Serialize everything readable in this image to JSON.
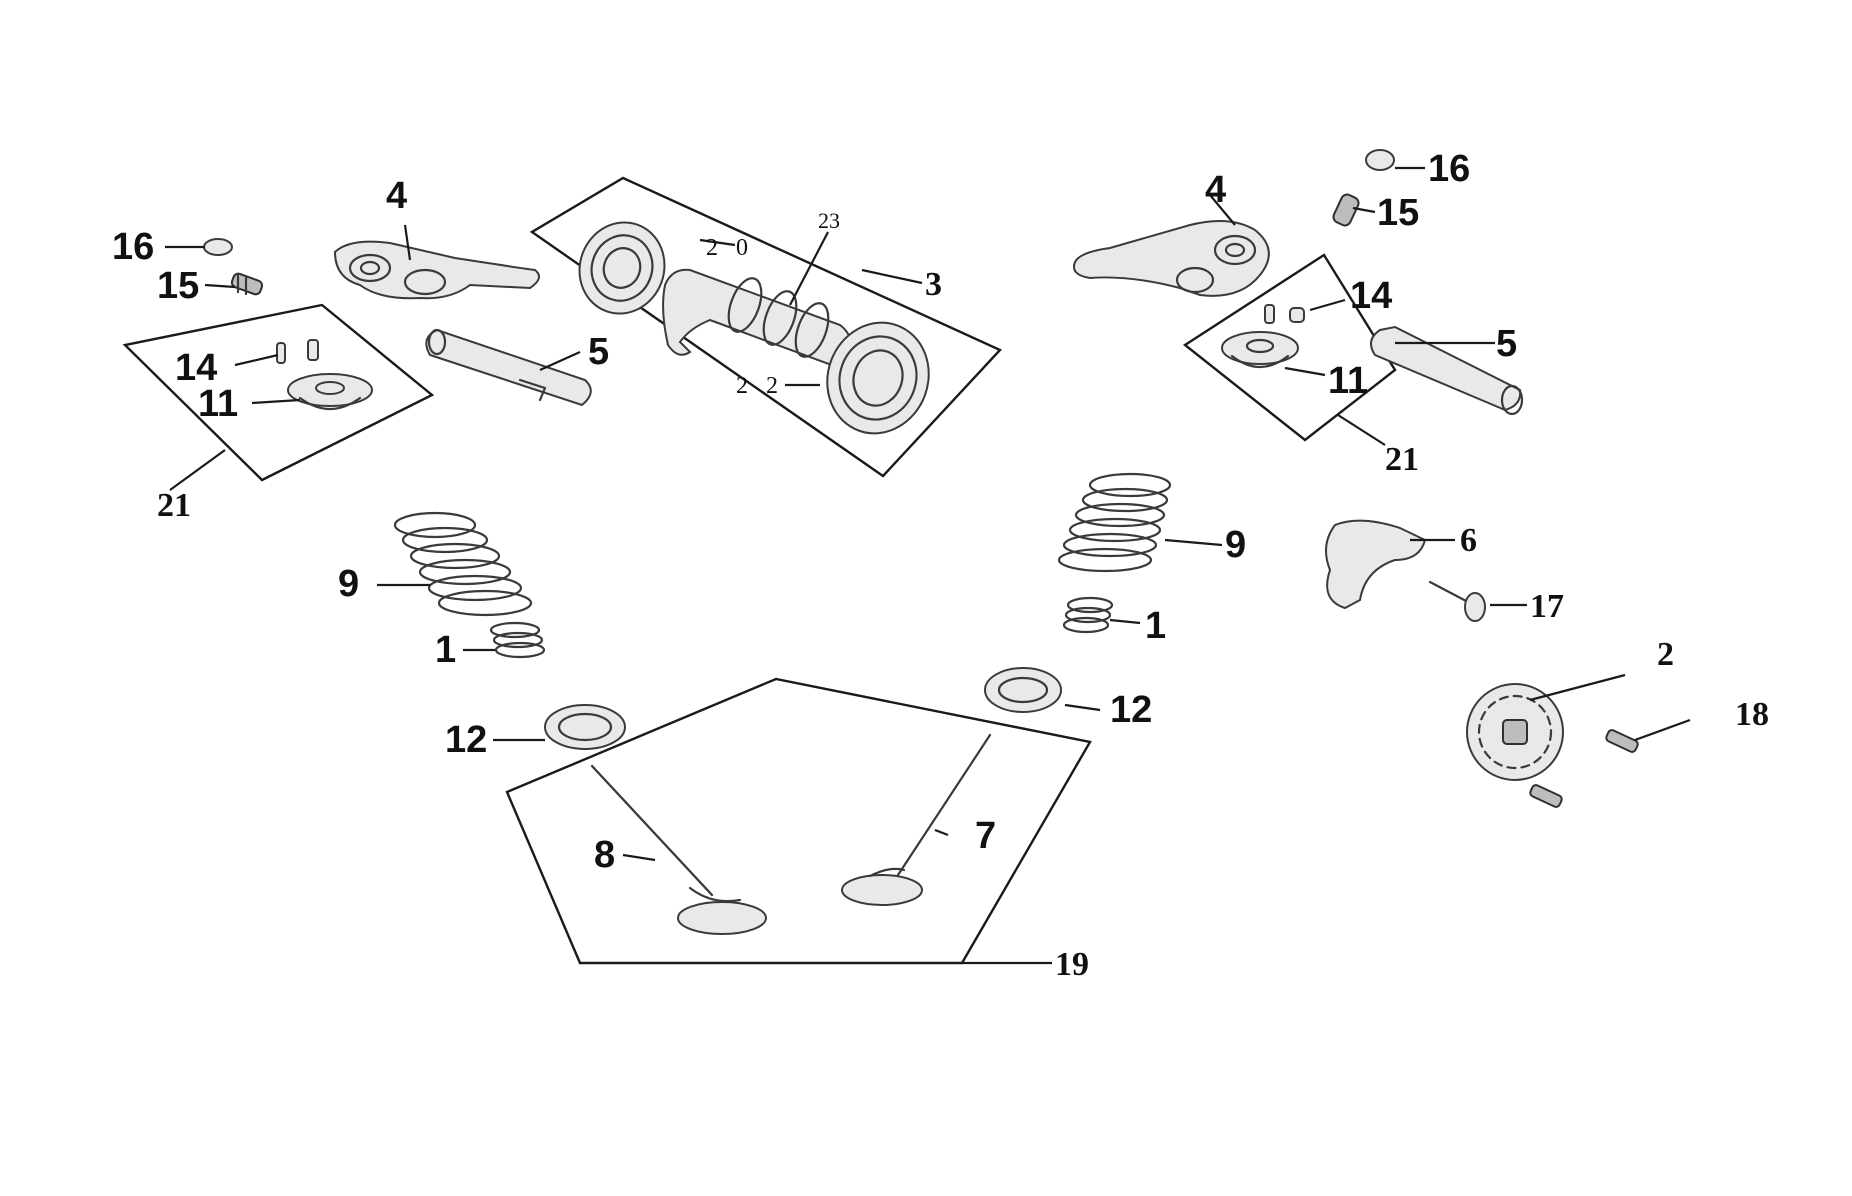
{
  "callouts": {
    "l_16": "16",
    "l_15": "15",
    "l_14": "14",
    "l_11": "11",
    "l_21": "21",
    "l_4": "4",
    "l_5": "5",
    "l_20": "2 0",
    "l_23": "23",
    "l_22": "2 2",
    "l_3": "3",
    "l_9": "9",
    "l_1": "1",
    "l_12": "12",
    "c_8": "8",
    "c_7": "7",
    "c_12": "12",
    "c_19": "19",
    "r_4": "4",
    "r_16": "16",
    "r_15": "15",
    "r_14": "14",
    "r_5": "5",
    "r_11": "11",
    "r_21": "21",
    "r_9": "9",
    "r_1": "1",
    "r_6": "6",
    "r_17": "17",
    "r_2": "2",
    "r_18": "18"
  }
}
